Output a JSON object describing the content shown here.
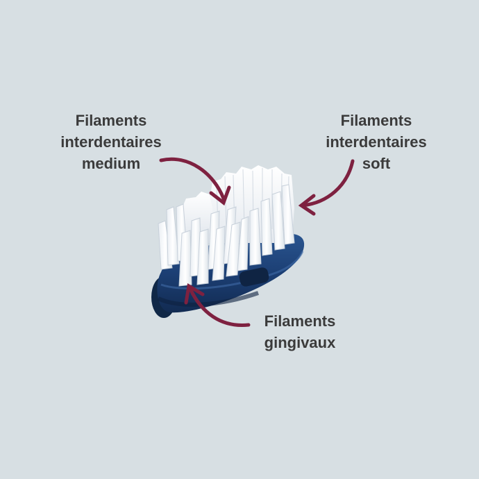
{
  "labels": {
    "medium": {
      "line1": "Filaments",
      "line2": "interdentaires",
      "line3": "medium"
    },
    "soft": {
      "line1": "Filaments",
      "line2": "interdentaires",
      "line3": "soft"
    },
    "gum": {
      "line1": "Filaments",
      "line2": "gingivaux"
    }
  },
  "colors": {
    "background": "#d7dfe3",
    "text": "#3b3b3b",
    "arrow": "#7e2140",
    "head_base": "#1c3f74",
    "bristle": "#ffffff"
  }
}
